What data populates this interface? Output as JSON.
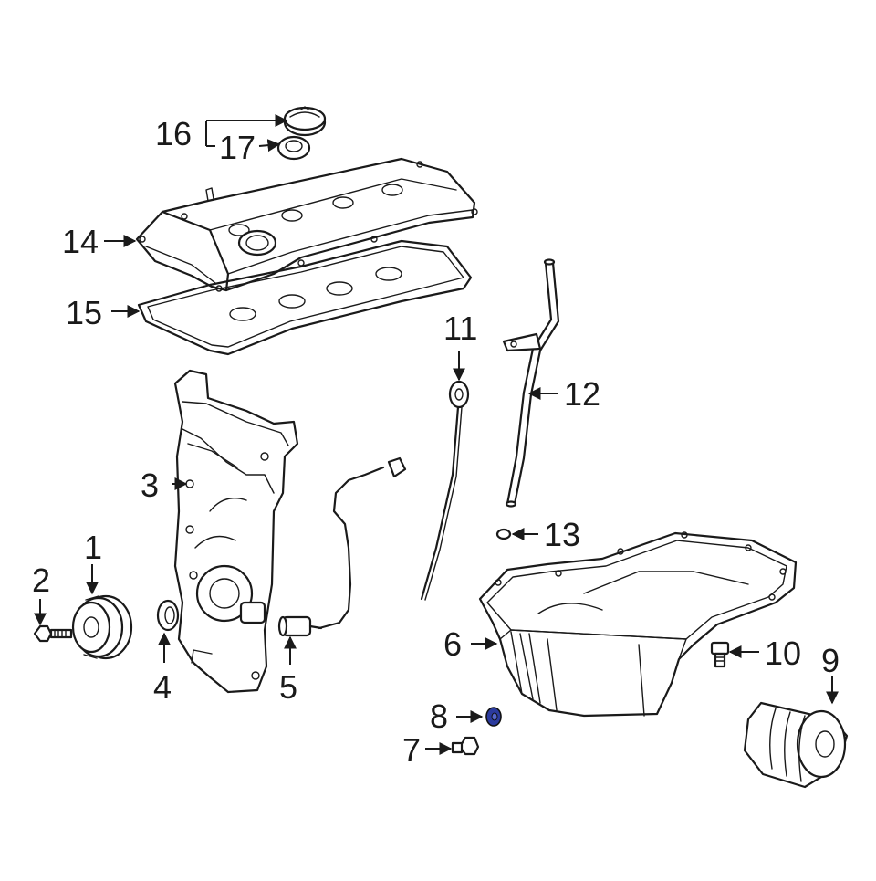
{
  "diagram": {
    "highlight_color": "#2b3a9e",
    "callouts": [
      {
        "id": "1",
        "label": "1"
      },
      {
        "id": "2",
        "label": "2"
      },
      {
        "id": "3",
        "label": "3"
      },
      {
        "id": "4",
        "label": "4"
      },
      {
        "id": "5",
        "label": "5"
      },
      {
        "id": "6",
        "label": "6"
      },
      {
        "id": "7",
        "label": "7"
      },
      {
        "id": "8",
        "label": "8"
      },
      {
        "id": "9",
        "label": "9"
      },
      {
        "id": "10",
        "label": "10"
      },
      {
        "id": "11",
        "label": "11"
      },
      {
        "id": "12",
        "label": "12"
      },
      {
        "id": "13",
        "label": "13"
      },
      {
        "id": "14",
        "label": "14"
      },
      {
        "id": "15",
        "label": "15"
      },
      {
        "id": "16",
        "label": "16"
      },
      {
        "id": "17",
        "label": "17"
      }
    ],
    "highlighted_callout": "8"
  }
}
